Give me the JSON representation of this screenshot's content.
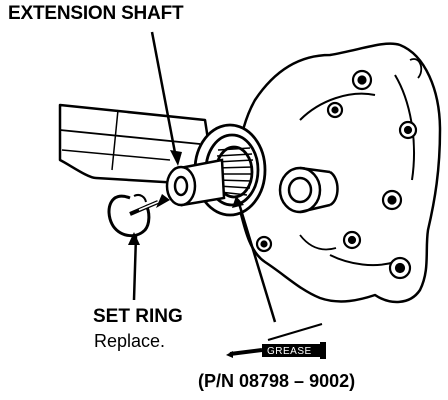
{
  "labels": {
    "extension_shaft": "EXTENSION SHAFT",
    "set_ring": "SET RING",
    "replace_note": "Replace.",
    "part_number": "(P/N 08798 – 9002)",
    "grease_tube": "GREASE"
  }
}
